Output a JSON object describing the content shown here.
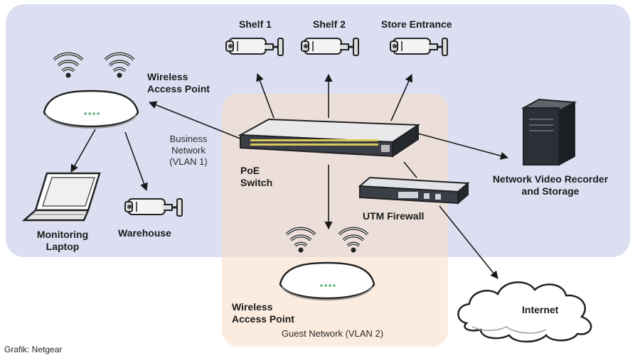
{
  "labels": {
    "shelf1": "Shelf 1",
    "shelf2": "Shelf 2",
    "store_entrance": "Store Entrance",
    "wap_top_line1": "Wireless",
    "wap_top_line2": "Access Point",
    "business_line1": "Business",
    "business_line2": "Network",
    "business_line3": "(VLAN 1)",
    "poe_line1": "PoE",
    "poe_line2": "Switch",
    "nvr_line1": "Network Video Recorder",
    "nvr_line2": "and Storage",
    "utm": "UTM Firewall",
    "laptop_line1": "Monitoring",
    "laptop_line2": "Laptop",
    "warehouse": "Warehouse",
    "wap_bottom_line1": "Wireless",
    "wap_bottom_line2": "Access Point",
    "guest": "Guest Network (VLAN 2)",
    "internet": "Internet"
  },
  "credit": "Grafik: Netgear",
  "colors": {
    "business_zone": "#dcdff2",
    "guest_zone": "#fadcc4",
    "device_dark": "#2b2f38",
    "line": "#1a1a1a"
  },
  "icons": [
    "camera-icon",
    "wifi-icon",
    "access-point-icon",
    "switch-icon",
    "nvr-icon",
    "firewall-icon",
    "laptop-icon",
    "cloud-icon"
  ]
}
